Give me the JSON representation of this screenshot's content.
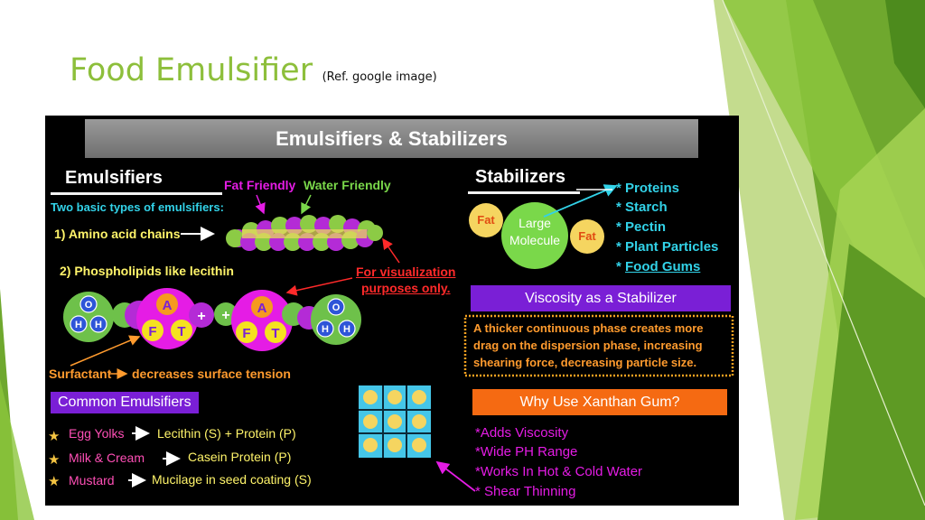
{
  "slide": {
    "title": "Food Emulsifier",
    "subtitle": "(Ref. google image)"
  },
  "infographic": {
    "banner": "Emulsifiers & Stabilizers",
    "emulsifiers": {
      "heading": "Emulsifiers",
      "fat_friendly": "Fat Friendly",
      "water_friendly": "Water Friendly",
      "two_types": "Two basic types of emulsifiers:",
      "type1": "1) Amino acid chains",
      "type2": "2) Phospholipids like lecithin",
      "visualization_1": "For visualization",
      "visualization_2": "purposes only.",
      "surfactant": "Surfactant",
      "surfactant_rest": "decreases surface tension",
      "molecule_letters": {
        "a": "A",
        "f": "F",
        "t": "T",
        "o": "O",
        "h": "H",
        "plus": "+"
      }
    },
    "common": {
      "heading": "Common Emulsifiers",
      "items": [
        {
          "name": "Egg Yolks",
          "result": "Lecithin (S) + Protein (P)"
        },
        {
          "name": "Milk & Cream",
          "result": "Casein Protein (P)"
        },
        {
          "name": "Mustard",
          "result": "Mucilage in seed coating (S)"
        }
      ]
    },
    "stabilizers": {
      "heading": "Stabilizers",
      "fat_left": "Fat",
      "large_molecule_1": "Large",
      "large_molecule_2": "Molecule",
      "fat_right": "Fat",
      "list": [
        "* Proteins",
        "* Starch",
        "* Pectin",
        "* Plant Particles"
      ],
      "list_last_prefix": "* ",
      "list_last": "Food Gums"
    },
    "viscosity": {
      "heading": "Viscosity as a Stabilizer",
      "body_lines": [
        "A thicker continuous phase creates more",
        "drag on the dispersion phase, increasing",
        "shearing force, decreasing particle size."
      ]
    },
    "xanthan": {
      "heading": "Why Use Xanthan Gum?",
      "items": [
        "*Adds Viscosity",
        "*Wide PH Range",
        "*Works In Hot & Cold Water",
        "* Shear Thinning"
      ]
    },
    "colors": {
      "title_green": "#8dbf3b",
      "cyan": "#32d2e8",
      "yellow": "#fff46a",
      "magenta": "#e51ce5",
      "green": "#7ad84a",
      "orange": "#f56a12",
      "purple": "#7a1fd6"
    }
  }
}
